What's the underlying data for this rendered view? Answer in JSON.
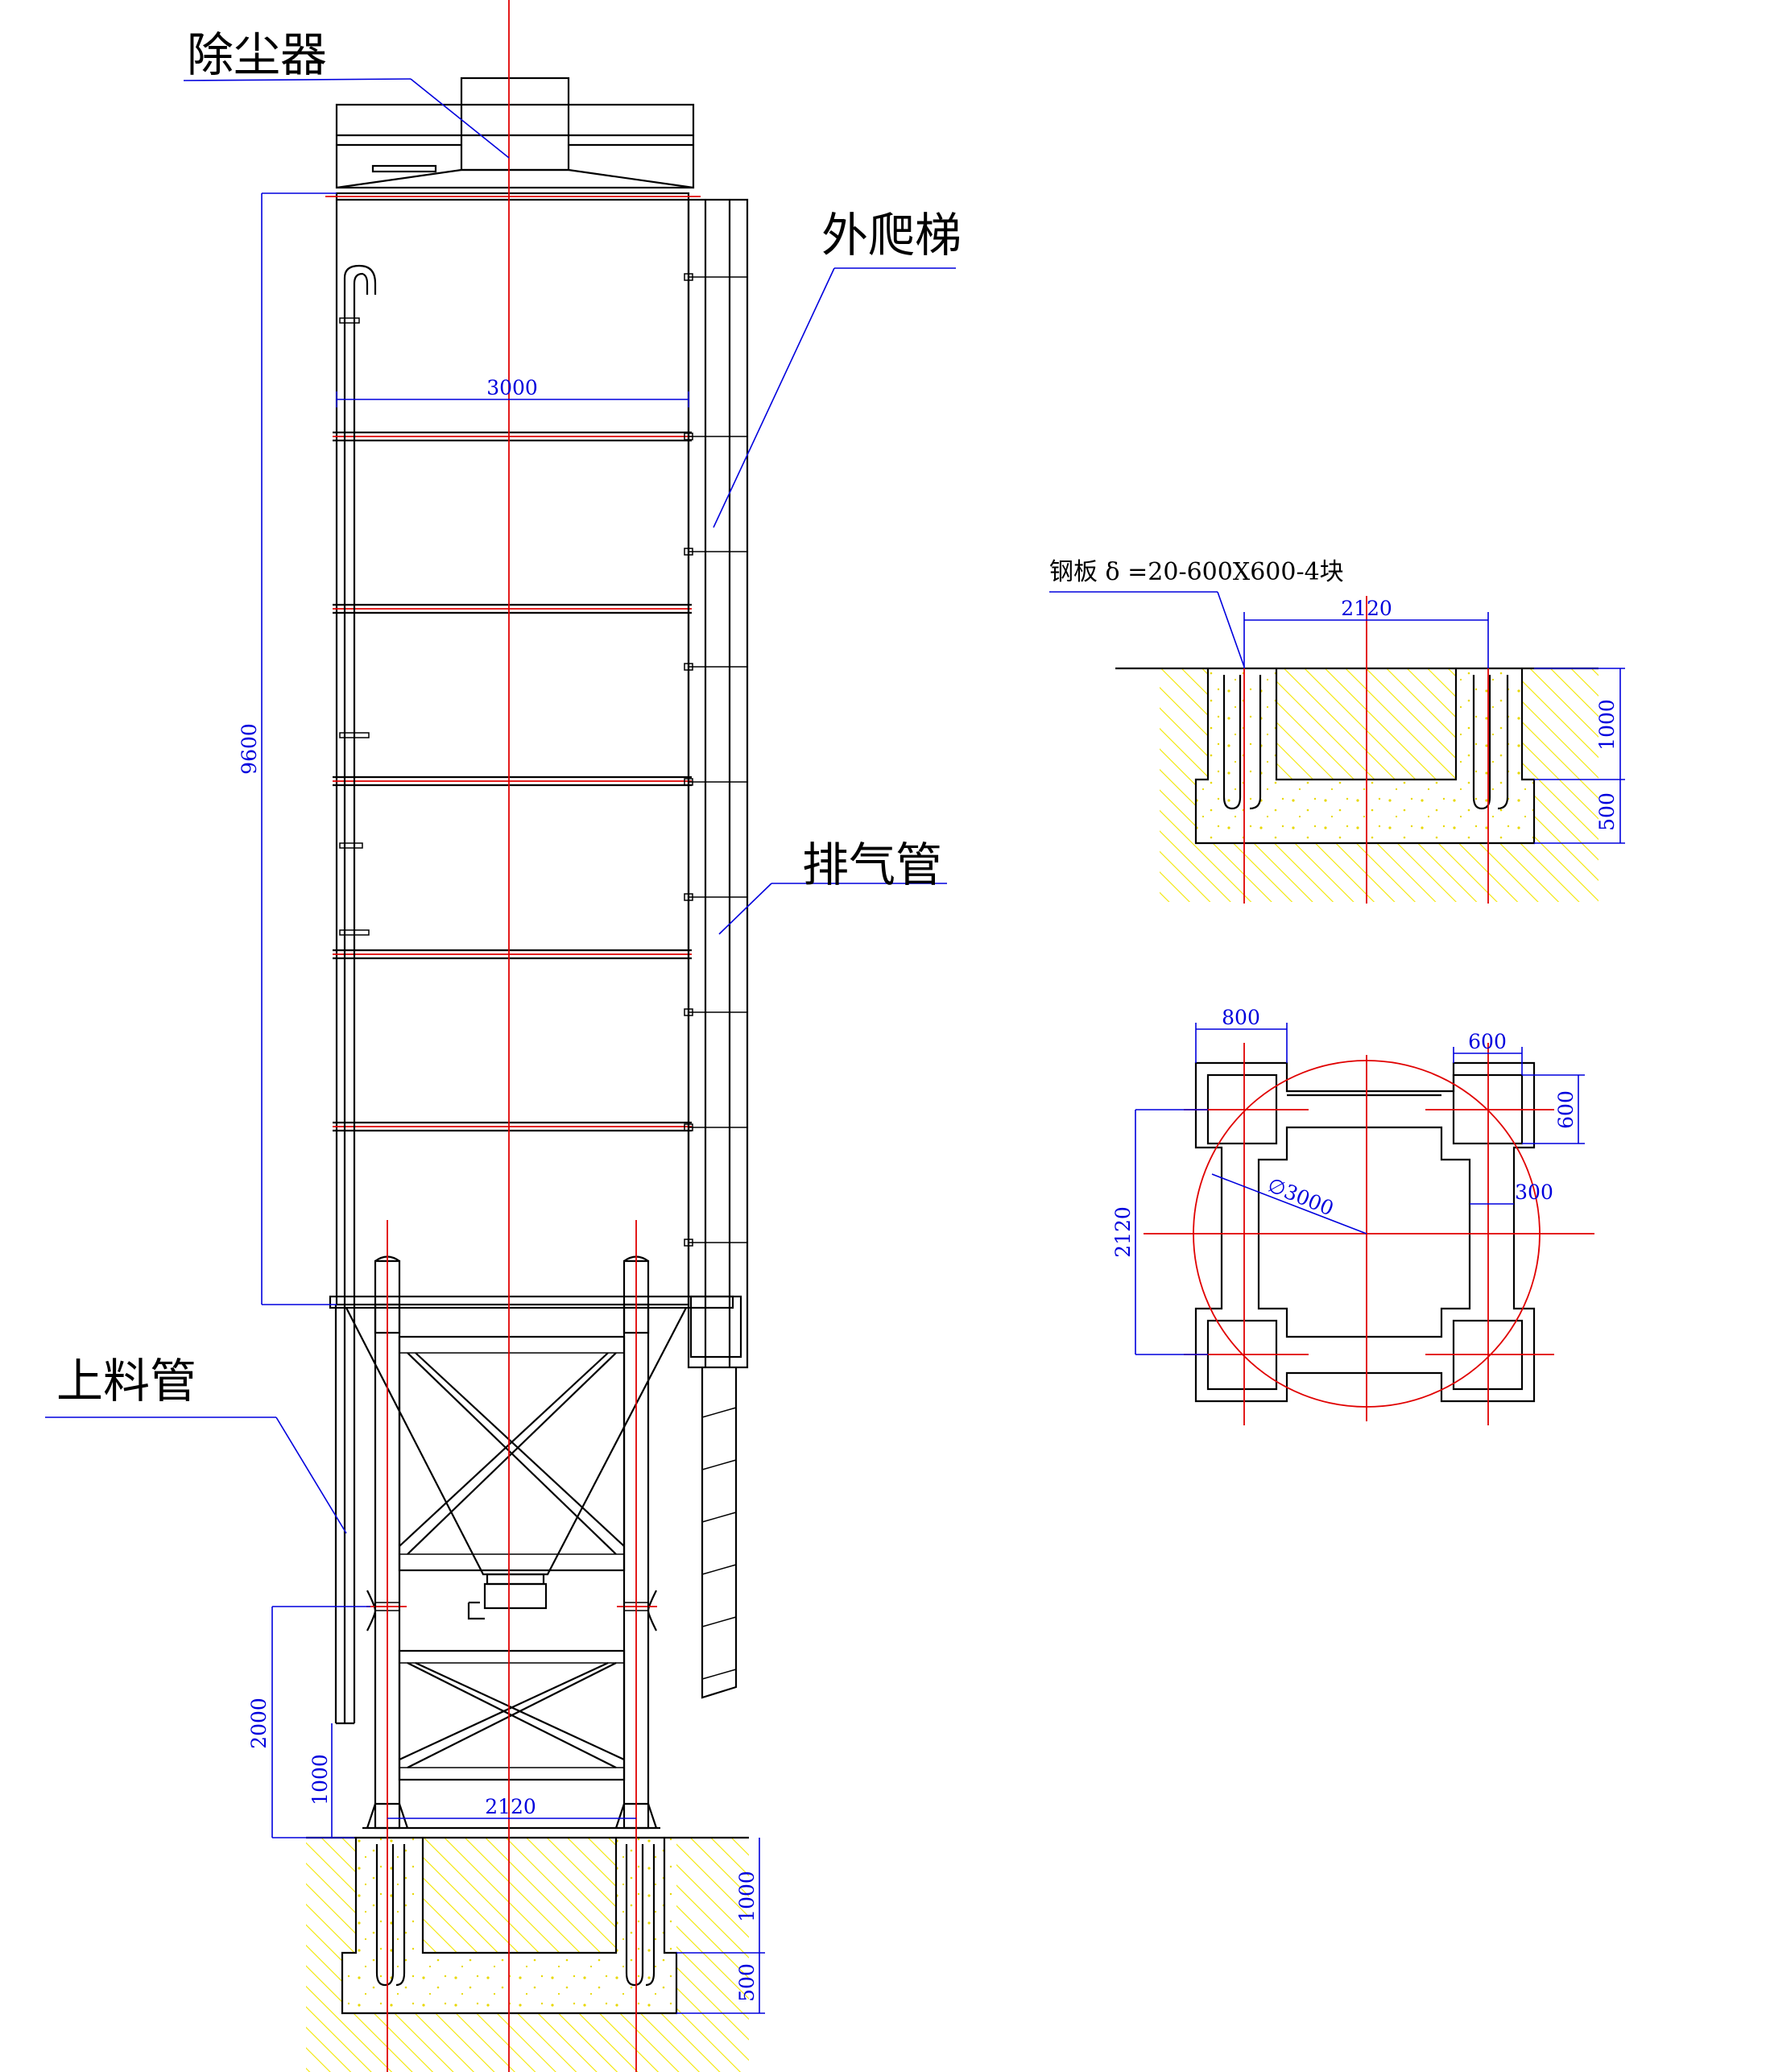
{
  "labels": {
    "dust_collector": "除尘器",
    "external_ladder": "外爬梯",
    "exhaust_pipe": "排气管",
    "feed_pipe": "上料管",
    "steel_plate_note": "钢板 δ =20-600X600-4块"
  },
  "dimensions": {
    "silo_diameter": "3000",
    "silo_height": "9600",
    "leg_spacing": "2120",
    "leg_height": "2000",
    "lower_brace_height": "1000",
    "foundation_depth": "1000",
    "footing_thickness": "500",
    "section_span": "2120",
    "section_depth": "1000",
    "section_footing": "500",
    "plan_pad_width": "800",
    "plan_pier_width": "600",
    "plan_pier_depth": "600",
    "plan_offset": "300",
    "plan_span": "2120",
    "plan_diameter": "∅3000"
  },
  "colors": {
    "outline": "#000000",
    "centerline": "#e00000",
    "dimension": "#0000dd",
    "soil_hatch": "#f2e600"
  }
}
